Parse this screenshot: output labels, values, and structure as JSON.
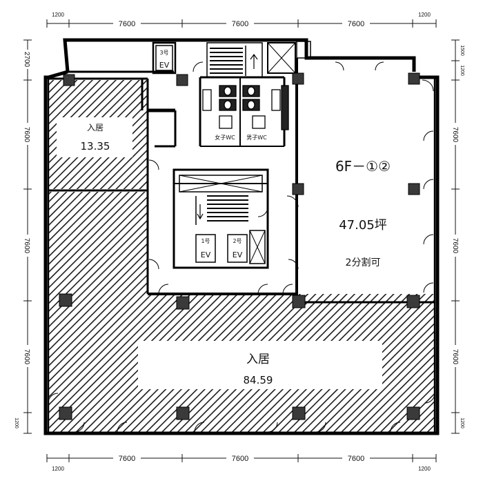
{
  "dimensions": {
    "top": [
      "1200",
      "7600",
      "7600",
      "7600",
      "1200"
    ],
    "bottom": [
      "1200",
      "7600",
      "7600",
      "7600",
      "1200"
    ],
    "left": [
      "2700",
      "7600",
      "7600",
      "7600",
      "1200"
    ],
    "right": [
      "1500",
      "1200",
      "7600",
      "7600",
      "7600",
      "1200"
    ]
  },
  "units": {
    "main": {
      "name": "6F－①②",
      "area": "47.05坪",
      "note": "2分割可"
    },
    "occupied_small": {
      "label": "入居",
      "area": "13.35"
    },
    "occupied_large": {
      "label": "入居",
      "area": "84.59"
    }
  },
  "elevators": {
    "ev3": {
      "number": "3号",
      "label": "EV"
    },
    "ev1": {
      "number": "1号",
      "label": "EV"
    },
    "ev2": {
      "number": "2号",
      "label": "EV"
    }
  },
  "restrooms": {
    "womens": "女子WC",
    "mens": "男子WC"
  },
  "colors": {
    "wall": "#000000",
    "hatch": "#1a1a1a",
    "column": "#3a3a3a",
    "background": "#ffffff"
  }
}
